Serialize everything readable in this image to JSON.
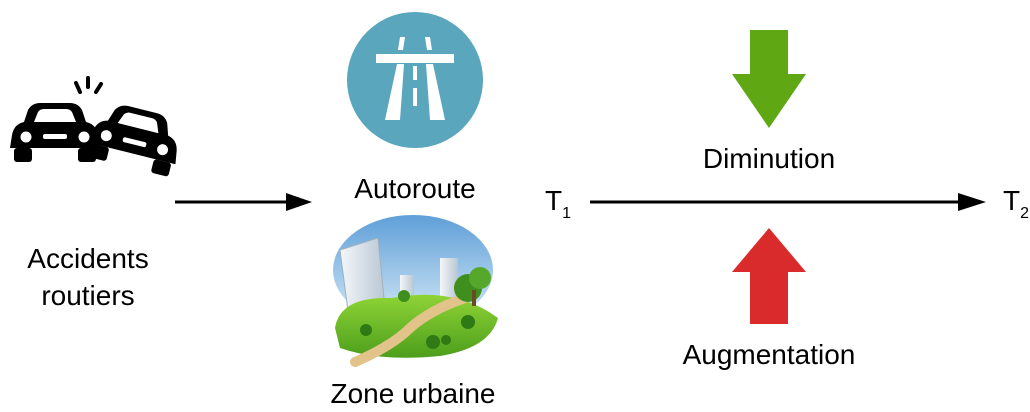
{
  "source": {
    "label_line1": "Accidents",
    "label_line2": "routiers",
    "icon": "car-crash-icon"
  },
  "road_types": [
    {
      "label": "Autoroute",
      "icon": "highway-icon"
    },
    {
      "label": "Zone urbaine",
      "icon": "urban-zone-icon"
    }
  ],
  "timeline": {
    "start": {
      "base": "T",
      "sub": "1"
    },
    "end": {
      "base": "T",
      "sub": "2"
    }
  },
  "changes": {
    "decrease": {
      "label": "Diminution",
      "icon": "arrow-down-icon"
    },
    "increase": {
      "label": "Augmentation",
      "icon": "arrow-up-icon"
    }
  },
  "colors": {
    "highway_circle": "#5aa6bd",
    "decrease_arrow": "#5fa814",
    "increase_arrow": "#d92b2b",
    "arrow_line": "#000000"
  }
}
